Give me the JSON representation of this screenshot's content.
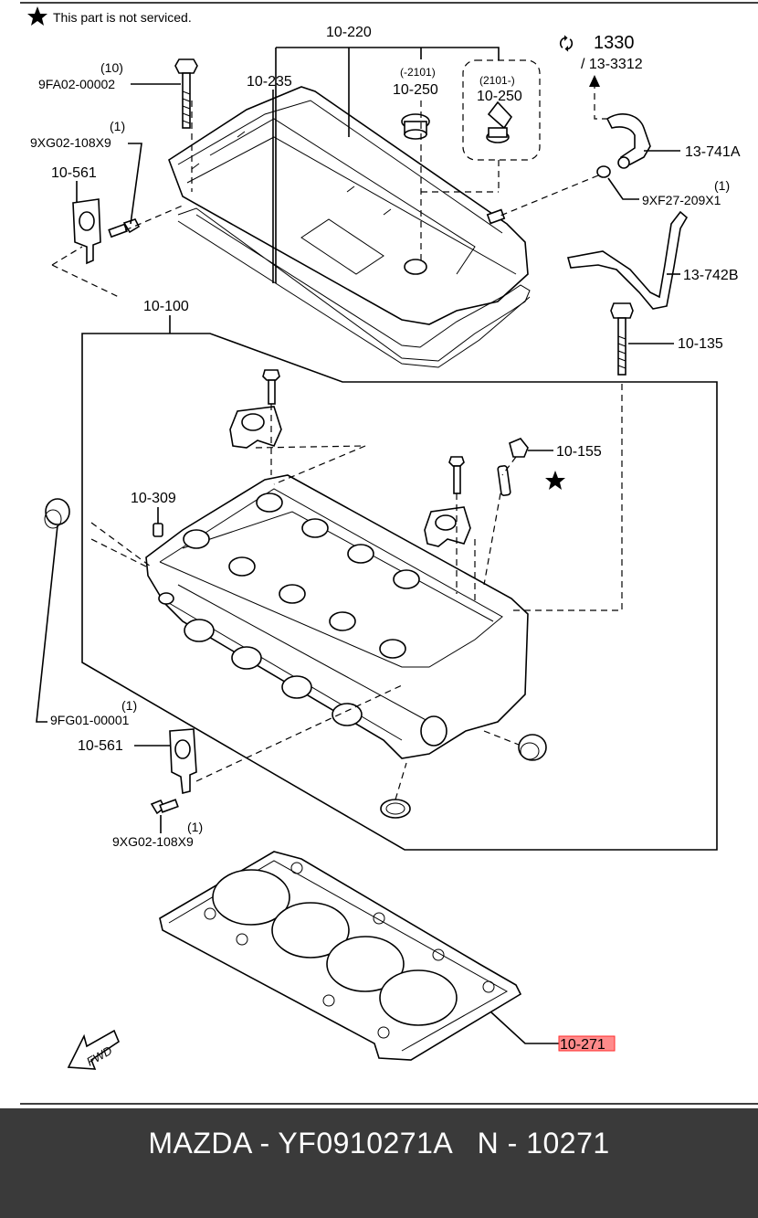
{
  "legend": {
    "star_note": "This part is not serviced."
  },
  "callouts": {
    "c10_220": "10-220",
    "c9fa02": "9FA02-00002",
    "c9fa02_qty": "(10)",
    "c10_235": "10-235",
    "c2101a": "(-2101)",
    "c10_250a": "10-250",
    "c2101b": "(2101-)",
    "c10_250b": "10-250",
    "c1330": "1330",
    "c13_3312": "/ 13-3312",
    "c9xg02_top": "9XG02-108X9",
    "c9xg02_top_qty": "(1)",
    "c10_561_top": "10-561",
    "c13_741a": "13-741A",
    "c9xf27": "9XF27-209X1",
    "c9xf27_qty": "(1)",
    "c13_742b": "13-742B",
    "c10_100": "10-100",
    "c10_135": "10-135",
    "c10_155": "10-155",
    "c10_309": "10-309",
    "c9fg01": "9FG01-00001",
    "c9fg01_qty": "(1)",
    "c10_561_bot": "10-561",
    "c9xg02_bot": "9XG02-108X9",
    "c9xg02_bot_qty": "(1)",
    "c10_271": "10-271",
    "fwd": "FWD"
  },
  "colors": {
    "highlight": "#ff2b2b",
    "footer_bg": "#3a3a3a",
    "footer_text": "#ffffff"
  },
  "footer": {
    "text": "MAZDA - YF0910271A   N - 10271"
  }
}
